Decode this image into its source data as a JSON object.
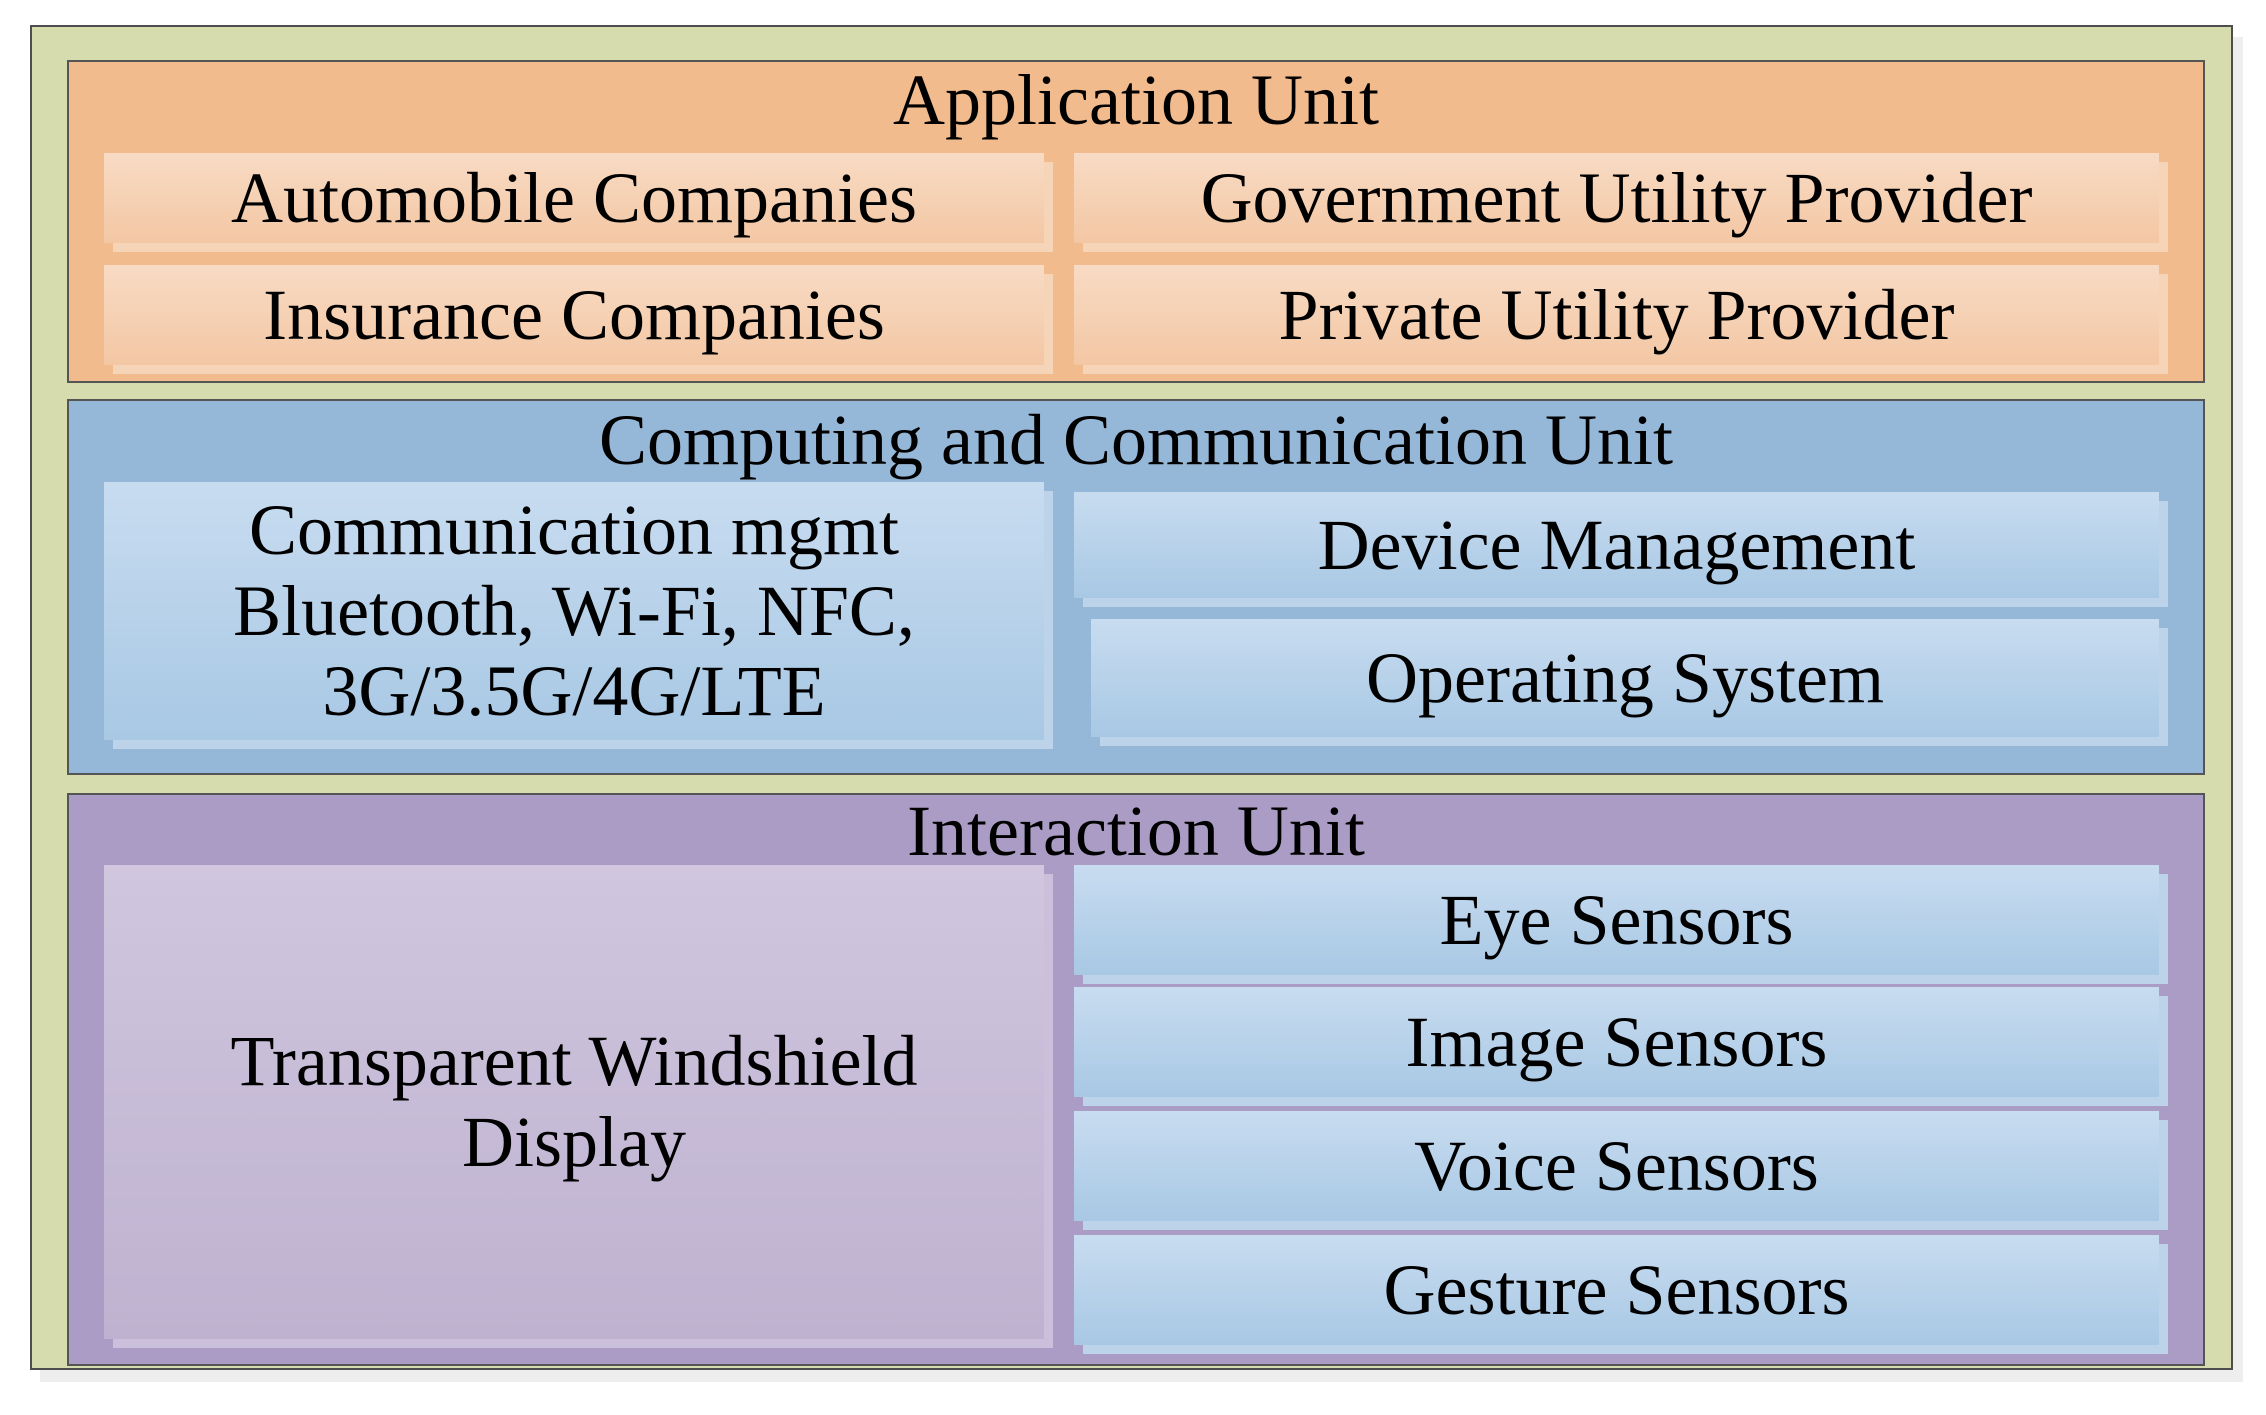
{
  "application_unit": {
    "title": "Application Unit",
    "items": [
      "Automobile Companies",
      "Government Utility Provider",
      "Insurance Companies",
      "Private Utility Provider"
    ]
  },
  "computing_unit": {
    "title": "Computing and Communication Unit",
    "communication_mgmt": {
      "lines": [
        "Communication mgmt",
        "Bluetooth, Wi-Fi, NFC,",
        "3G/3.5G/4G/LTE"
      ]
    },
    "items": [
      "Device Management",
      "Operating System"
    ]
  },
  "interaction_unit": {
    "title": "Interaction Unit",
    "display": {
      "lines": [
        "Transparent Windshield",
        "Display"
      ]
    },
    "sensors": [
      "Eye Sensors",
      "Image Sensors",
      "Voice Sensors",
      "Gesture Sensors"
    ]
  },
  "colors": {
    "outer_background": "#d6dcae",
    "application_unit": "#f1bb8e",
    "computing_unit": "#96b8d8",
    "interaction_unit": "#aa9cc4"
  }
}
